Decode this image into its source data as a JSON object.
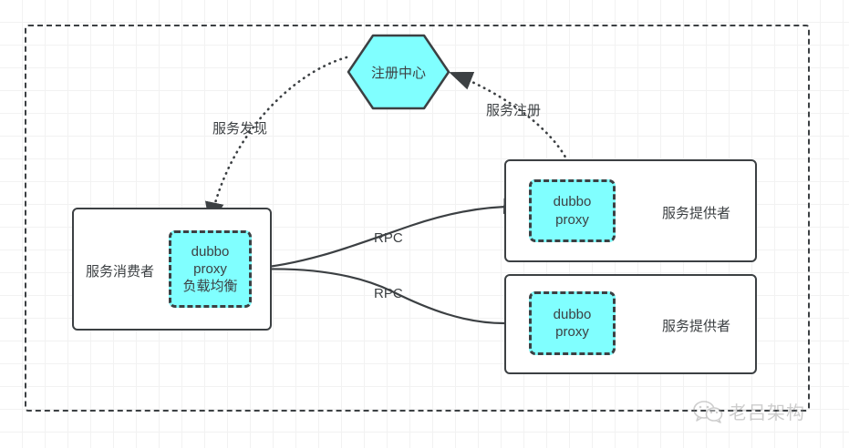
{
  "diagram": {
    "title_region": "dubbo-architecture",
    "registry": {
      "label": "注册中心",
      "shape": "hexagon",
      "fill": "#80ffff",
      "stroke": "#3c4043"
    },
    "consumer": {
      "label": "服务消费者",
      "proxy": {
        "lines": [
          "dubbo",
          "proxy",
          "负载均衡"
        ],
        "fill": "#80ffff",
        "stroke": "#3c4043"
      }
    },
    "providers": [
      {
        "label": "服务提供者",
        "proxy": {
          "lines": [
            "dubbo",
            "proxy"
          ],
          "fill": "#80ffff",
          "stroke": "#3c4043"
        }
      },
      {
        "label": "服务提供者",
        "proxy": {
          "lines": [
            "dubbo",
            "proxy"
          ],
          "fill": "#80ffff",
          "stroke": "#3c4043"
        }
      }
    ],
    "edges": [
      {
        "label": "服务发现",
        "style": "dotted",
        "from": "registry",
        "to": "consumer-proxy"
      },
      {
        "label": "服务注册",
        "style": "dotted",
        "from": "provider-1-proxy",
        "to": "registry"
      },
      {
        "label": "RPC",
        "style": "solid",
        "from": "consumer-proxy",
        "to": "provider-1-proxy"
      },
      {
        "label": "RPC",
        "style": "solid",
        "from": "provider-2-proxy",
        "to": "consumer-proxy"
      }
    ],
    "colors": {
      "accent_fill": "#80ffff",
      "stroke": "#3c4043",
      "grid": "#f2f2f2",
      "background": "#ffffff"
    },
    "watermark": {
      "text": "老吕架构",
      "icon": "wechat-icon",
      "color": "#8a8a8a"
    }
  }
}
